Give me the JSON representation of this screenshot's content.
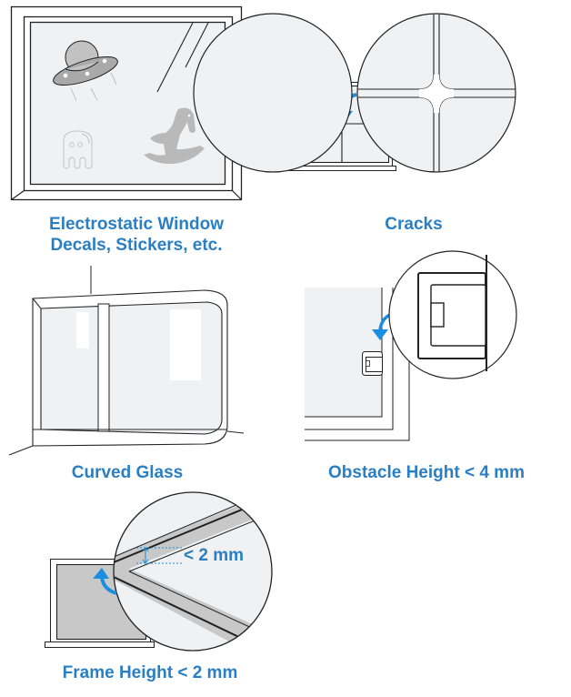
{
  "colors": {
    "accent": "#2a7fc4",
    "arrow": "#1a8ee0",
    "outline": "#222222",
    "glass": "#f0f1f2",
    "frame_gray": "#c8c8c8",
    "decal_gray": "#b9b9b9"
  },
  "panels": [
    {
      "id": "decals",
      "caption_line1": "Electrostatic Window",
      "caption_line2": "Decals, Stickers, etc.",
      "icons": [
        "window-icon",
        "ufo-decal-icon",
        "ghost-decal-icon",
        "rocking-horse-decal-icon",
        "glare-lines-icon"
      ]
    },
    {
      "id": "cracks",
      "caption": "Cracks",
      "icons": [
        "grid-window-icon",
        "magnifier-circle-icon",
        "curved-arrow-icon"
      ]
    },
    {
      "id": "curved-glass",
      "caption": "Curved Glass",
      "icons": [
        "curved-window-icon"
      ]
    },
    {
      "id": "obstacle",
      "caption": "Obstacle Height < 4 mm",
      "icons": [
        "window-corner-icon",
        "obstacle-icon",
        "magnifier-circle-icon",
        "curved-arrow-icon"
      ]
    },
    {
      "id": "frame-height",
      "caption": "Frame Height < 2 mm",
      "measure_label": "< 2 mm",
      "icons": [
        "window-icon",
        "magnifier-circle-icon",
        "curved-arrow-icon",
        "measure-arrow-icon"
      ]
    }
  ]
}
